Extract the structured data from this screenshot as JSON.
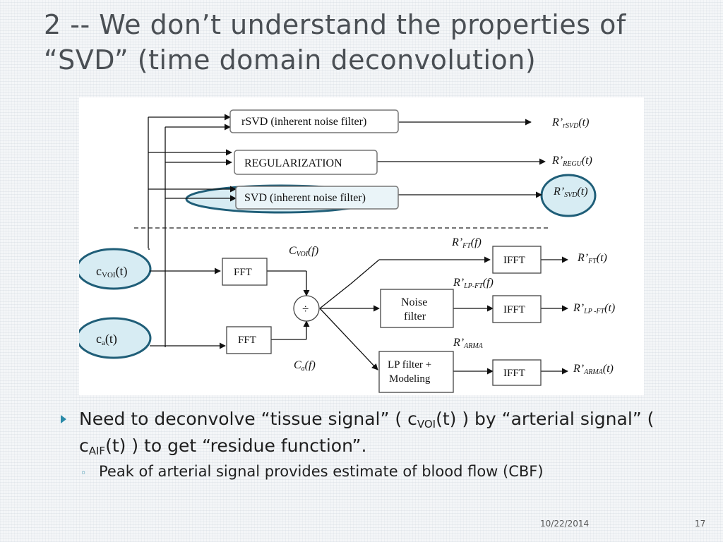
{
  "title": "2 -- We don’t understand the properties of “SVD” (time domain deconvolution)",
  "diagram": {
    "boxes": {
      "rsvd": "rSVD (inherent noise filter)",
      "regularization": "REGULARIZATION",
      "svd": "SVD (inherent noise filter)",
      "fft_top": "FFT",
      "fft_bottom": "FFT",
      "divide": "÷",
      "ifft_1": "IFFT",
      "noise_filter_line1": "Noise",
      "noise_filter_line2": "filter",
      "ifft_2": "IFFT",
      "lp_filter_line1": "LP filter +",
      "lp_filter_line2": "Modeling",
      "ifft_3": "IFFT"
    },
    "inputs": {
      "cvoi": {
        "base": "c",
        "sub": "VOI",
        "suffix": "(t)"
      },
      "ca": {
        "base": "c",
        "sub": "a",
        "suffix": "(t)"
      }
    },
    "outputs": {
      "r_rsvd": {
        "base": "R’",
        "sub": "rSVD",
        "suffix": "(t)"
      },
      "r_regu": {
        "base": "R’",
        "sub": "REGU",
        "suffix": "(t)"
      },
      "r_svd": {
        "base": "R’",
        "sub": "SVD",
        "suffix": "(t)"
      },
      "r_ft_f": {
        "base": "R’",
        "sub": "FT",
        "suffix": "(f)"
      },
      "r_ft_t": {
        "base": "R’",
        "sub": "FT",
        "suffix": "(t)"
      },
      "r_lpft_f": {
        "base": "R’",
        "sub": "LP-FT",
        "suffix": "(f)"
      },
      "r_lpft_t": {
        "base": "R’",
        "sub": "LP -FT",
        "suffix": "(t)"
      },
      "r_arma": {
        "base": "R’",
        "sub": "ARMA",
        "suffix": ""
      },
      "r_arma_t": {
        "base": "R’",
        "sub": "ARMA",
        "suffix": "(t)"
      },
      "c_voi_f": {
        "base": "C",
        "sub": "VOI",
        "suffix": "(f)"
      },
      "c_a_f": {
        "base": "C",
        "sub": "a",
        "suffix": "(f)"
      }
    }
  },
  "bullets": {
    "main_pre": "Need to deconvolve “tissue signal” ( c",
    "main_sub1": "VOI",
    "main_mid": "(t) ) by “arterial signal” ( c",
    "main_sub2": "AIF",
    "main_post": "(t) ) to get “residue function”.",
    "sub": "Peak of arterial signal provides estimate of blood flow (CBF)"
  },
  "footer": {
    "date": "10/22/2014",
    "page": "17"
  },
  "colors": {
    "title": "#4a4f54",
    "highlight_fill": "#d7ecf3",
    "highlight_stroke": "#1f5e78",
    "bullet_accent": "#2a8aa8"
  }
}
